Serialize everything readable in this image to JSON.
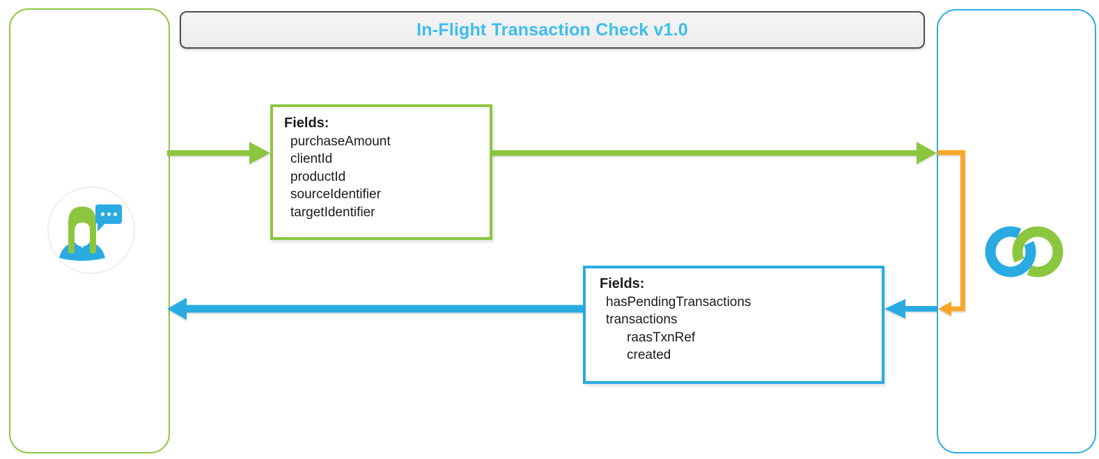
{
  "title_bar": {
    "title": "In-Flight Transaction Check v1.0"
  },
  "request_box": {
    "label": "Fields",
    "colon": ":",
    "fields": [
      "purchaseAmount",
      "clientId",
      "productId",
      "sourceIdentifier",
      "targetIdentifier"
    ]
  },
  "response_box": {
    "label": "Fields:",
    "fields": [
      "hasPendingTransactions",
      "transactions",
      "raasTxnRef",
      "created"
    ]
  },
  "icons": {
    "left": "customer-with-speech-bubble-icon",
    "right": "interlocking-rings-logo-icon"
  },
  "colors": {
    "green": "#8CC63F",
    "blue": "#29ABE2",
    "orange": "#F9A72B",
    "title_text": "#3EBDEC",
    "bar_border": "#4D4D4D"
  }
}
